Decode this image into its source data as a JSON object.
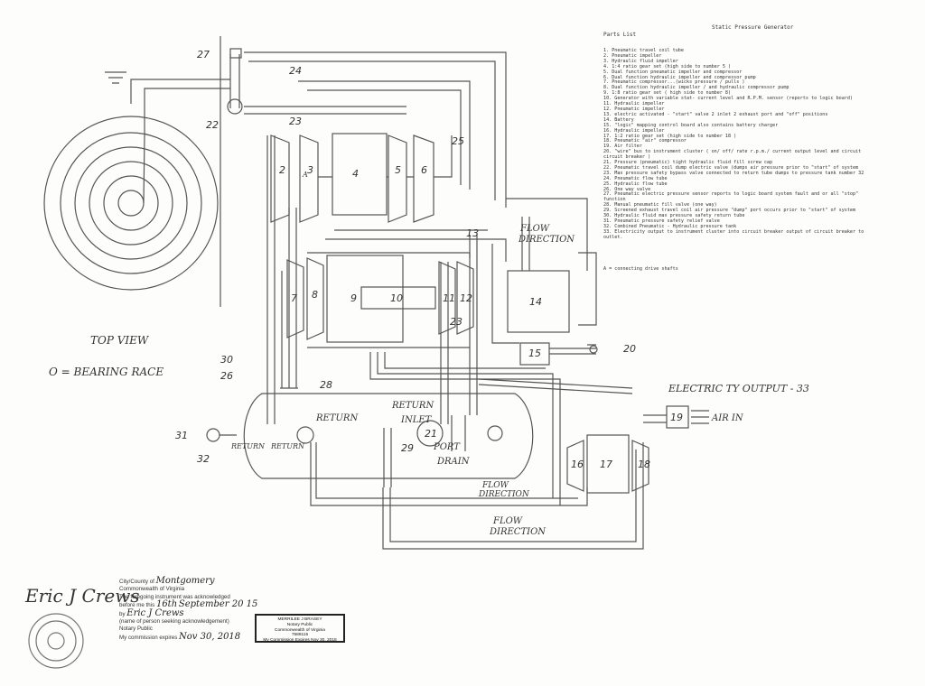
{
  "parts_list": {
    "title": "Static Pressure Generator",
    "header": "Parts List",
    "items": [
      "1. Pneumatic travel coil tube",
      "2. Pneumatic impeller",
      "3. Hydraulic fluid impeller",
      "4. 1:4 ratio gear set (high side to number 5 )",
      "5. Dual function pneumatic impeller and compressor",
      "6. Dual function hydraulic impeller and compressor pump",
      "7. Pneumatic compressor...(wicks pressure / pulls )",
      "8. Dual function hydraulic impeller / and hydraulic compressor pump",
      "9. 1:8 ratio gear set ( high side to number 8)",
      "10. Generator with variable stat- current level and R.P.M. sensor (reports to logic board)",
      "11. Hydraulic impeller",
      "12. Pneumatic impeller",
      "13. electric activated - \"start\" valve 2 inlet 2 exhaust port and \"off\" positions",
      "14. Battery",
      "15. \"logic\" mapping control board also contains battery charger",
      "16. Hydraulic impeller",
      "17. 1:2 ratio gear set (high side to number 18 )",
      "18. Pneumatic \"air\" compressor",
      "19. Air filter",
      "20. \"wire\" bus to instrument cluster ( on/ off/ rate r.p.m./ current output level and circuit circuit breaker )",
      "21. Pressure (pneumatic) tight hydraulic fluid fill screw cap",
      "22. Pneumatic travel coil dump electric valve (dumps air pressure prior to \"start\" of system",
      "23. Max pressure safety bypass valve connected to return tube dumps to pressure tank number 32",
      "24. Pneumatic flow tube",
      "25. Hydraulic flow tube",
      "26. One way valve",
      "27. Pneumatic electric pressure sensor reports to logic board system fault and or all \"stop\" function",
      "28. Manual pneumatic fill valve (one way)",
      "29. Screened exhaust travel coil air pressure \"dump\" port occurs prior to \"start\" of system",
      "30. Hydraulic fluid max pressure safety return tube",
      "31. Pneumatic pressure safety relief valve",
      "32. Combined Pneumatic - Hydraulic pressure tank",
      "33. Electricity output to instrument cluster into circuit breaker output of circuit breaker to outlet."
    ],
    "note": "A = connecting drive shafts"
  },
  "labels": {
    "top_view": "TOP VIEW",
    "bearing_race": "O = BEARING RACE",
    "flow_direction_1": "FLOW",
    "flow_direction_1b": "DIRECTION",
    "flow_direction_2": "FLOW",
    "flow_direction_2b": "DIRECTION",
    "flow_direction_3": "FLOW",
    "flow_direction_3b": "DIRECTION",
    "electricity_output": "ELECTRIC TY OUTPUT - 33",
    "air_in": "AIR IN",
    "return_1": "RETURN",
    "return_2": "RETURN",
    "return_3": "RETURN",
    "return_4": "RETURN",
    "inlet": "INLET",
    "port": "PORT",
    "drain": "DRAIN",
    "shaft_a": "A"
  },
  "callouts": {
    "n2": "2",
    "n3": "3",
    "n4": "4",
    "n5": "5",
    "n6": "6",
    "n7": "7",
    "n8": "8",
    "n9": "9",
    "n10": "10",
    "n11": "11",
    "n12": "12",
    "n13": "13",
    "n14": "14",
    "n15": "15",
    "n16": "16",
    "n17": "17",
    "n18": "18",
    "n19": "19",
    "n20": "20",
    "n21": "21",
    "n22": "22",
    "n23a": "23",
    "n23b": "23",
    "n24": "24",
    "n25": "25",
    "n26": "26",
    "n27": "27",
    "n28": "28",
    "n29": "29",
    "n30": "30",
    "n31": "31",
    "n32": "32"
  },
  "notary": {
    "city_county_label": "City/County of",
    "city_county_value": "Montgomery",
    "commonwealth": "Commonwealth of Virginia",
    "ack_line": "The foregoing instrument was acknowledged",
    "before_me": "before me this",
    "day": "16th",
    "month_year": "September 20 15",
    "by_label": "by",
    "by_name": "Eric J Crews",
    "by_sub": "(name of person seeking acknowledgement)",
    "public_label": "Notary Public",
    "expires_label": "My commission expires",
    "expires_value": "Nov 30, 2018",
    "stamp_name": "MERRILEE J BRASEY",
    "stamp_title": "Notary Public",
    "stamp_state": "Commonwealth of Virginia",
    "stamp_id": "7588115",
    "stamp_expires": "My Commission Expires Nov 30, 2018",
    "signature": "Eric J Crews"
  }
}
